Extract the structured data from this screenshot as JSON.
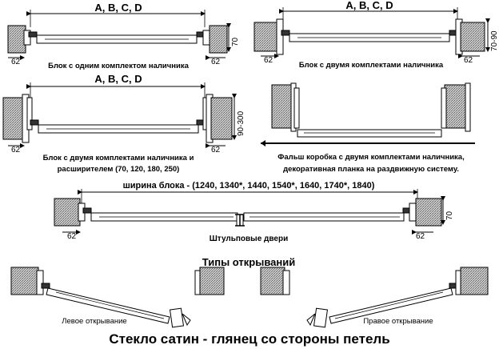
{
  "colors": {
    "ink": "#000000",
    "wall": "#7a7a7a",
    "paper": "#ffffff"
  },
  "header_abcd": "A, B, C, D",
  "dim_62": "62",
  "dim_70": "70",
  "dim_70_90": "70-90",
  "dim_90_300": "90-300",
  "labels": {
    "single_set": "Блок с одним комплектом наличника",
    "two_sets": "Блок с двумя комплектами наличника",
    "extender_line1": "Блок с двумя комплектами наличника и",
    "extender_line2": "расширителем (70, 120, 180, 250)",
    "false_box_line1": "Фальш коробка с двумя комплектами наличника,",
    "false_box_line2": "декоративная планка на раздвижную систему.",
    "block_width": "ширина блока - (1240, 1340*, 1440, 1540*, 1640, 1740*, 1840)",
    "double_doors": "Штульповые двери",
    "opening_types": "Типы открываний",
    "left_opening": "Левое открывание",
    "right_opening": "Правое открывание",
    "bottom_title": "Стекло сатин - глянец со стороны петель"
  }
}
